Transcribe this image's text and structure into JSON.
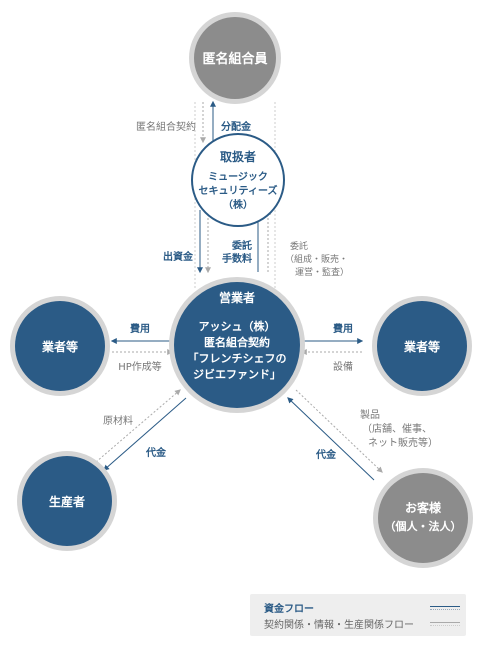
{
  "nodes": {
    "investors": {
      "label": "匿名組合員",
      "color": "#8c8c8c"
    },
    "handler": {
      "title": "取扱者",
      "lines": [
        "ミュージック",
        "セキュリティーズ",
        "（株）"
      ],
      "color": "#ffffff"
    },
    "operator": {
      "title": "営業者",
      "lines": [
        "アッシュ（株）",
        "匿名組合契約",
        "「フレンチシェフの",
        "ジビエファンド」"
      ],
      "color": "#2b5b86"
    },
    "vendors_left": {
      "label": "業者等",
      "color": "#2b5b86"
    },
    "vendors_right": {
      "label": "業者等",
      "color": "#2b5b86"
    },
    "producer": {
      "label": "生産者",
      "color": "#2b5b86"
    },
    "customers": {
      "lines": [
        "お客様",
        "（個人・法人）"
      ],
      "color": "#8c8c8c"
    }
  },
  "flows": {
    "contract_top": "匿名組合契約",
    "dividend": "分配金",
    "investment": "出資金",
    "fee_title": "委託",
    "fee_sub": "手数料",
    "consign_lines": [
      "委託",
      "（組成・販売・",
      "運営・監査）"
    ],
    "cost_left": "費用",
    "hp": "HP作成等",
    "cost_right": "費用",
    "equipment": "設備",
    "materials": "原材料",
    "payment_left": "代金",
    "products_lines": [
      "製品",
      "（店舗、催事、",
      "ネット販売等）"
    ],
    "payment_right": "代金"
  },
  "legend": {
    "money_flow": "資金フロー",
    "contract_flow": "契約関係・情報・生産関係フロー"
  },
  "colors": {
    "money": "#2b5b86",
    "contract": "#aaaaaa",
    "ring": "#c8c8c8"
  }
}
